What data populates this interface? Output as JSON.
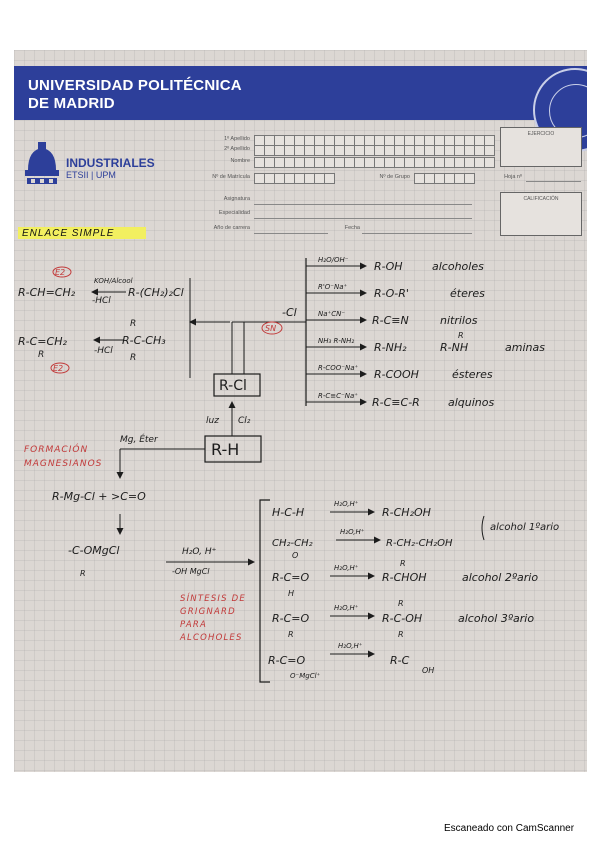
{
  "header": {
    "university_line1": "UNIVERSIDAD POLITÉCNICA",
    "university_line2": "DE MADRID",
    "school_name": "INDUSTRIALES",
    "school_sub": "ETSII | UPM"
  },
  "form": {
    "primer_apellido": "1º Apellido",
    "segundo_apellido": "2º Apellido",
    "nombre": "Nombre",
    "matricula": "Nº de Matrícula",
    "grupo": "Nº de Grupo",
    "hoja": "Hoja nº",
    "asignatura": "Asignatura",
    "especialidad": "Especialidad",
    "ano_carrera": "Año de carrera",
    "fecha": "Fecha",
    "ejercicio": "EJERCICIO",
    "calificacion": "CALIFICACIÓN"
  },
  "notes": {
    "title": "ENLACE SIMPLE",
    "top_left": {
      "e2_a": "E2",
      "alkene": "R-CH=CH₂",
      "koh_label": "KOH/Alcool",
      "hcl_a": "-HCl",
      "chain": "R-(CH₂)₂Cl",
      "r_top": "R",
      "tert": "R-C-CH₃",
      "r_bottom": "R",
      "hcl_b": "-HCl",
      "alkene2": "R-C=CH₂",
      "r_left": "R",
      "e2_b": "E2"
    },
    "center": {
      "rcl": "R-Cl",
      "rh": "R-H",
      "luz": "luz",
      "cl2": "Cl₂",
      "minus_cl": "-Cl",
      "sn": "SN"
    },
    "reactions": [
      {
        "reagent": "H₂O/OH⁻",
        "product": "R-OH",
        "name": "alcoholes"
      },
      {
        "reagent": "R'O⁻Na⁺",
        "product": "R-O-R'",
        "name": "éteres"
      },
      {
        "reagent": "Na⁺CN⁻",
        "product": "R-C≡N",
        "name": "nitrilos"
      },
      {
        "reagent": "NH₃ R-NH₂",
        "product": "R-NH₂",
        "product2": "R-NH",
        "r_above": "R",
        "name": "aminas"
      },
      {
        "reagent": "R-COO⁻Na⁺",
        "product": "R-COOH",
        "name": "ésteres"
      },
      {
        "reagent": "R-C≡C⁻Na⁺",
        "product": "R-C≡C-R",
        "name": "alquinos"
      }
    ],
    "grignard": {
      "formation_l1": "FORMACIÓN",
      "formation_l2": "MAGNESIANOS",
      "mg_label": "Mg, Éter",
      "rmgcl": "R-Mg-Cl + >C=O",
      "alkoxide": "-C-OMgCl",
      "alkoxide_r": "R",
      "h2o_label": "H₂O, H⁺",
      "omgcl": "-OH MgCl",
      "synth_l1": "SÍNTESIS DE",
      "synth_l2": "GRIGNARD",
      "synth_l3": "PARA",
      "synth_l4": "ALCOHOLES",
      "rows": [
        {
          "reactant": "H-C-H",
          "reagent": "H₂O,H⁺",
          "product": "R-CH₂OH"
        },
        {
          "reactant": "CH₂-CH₂",
          "reactant_sub": "O",
          "reagent": "H₂O,H⁺",
          "product": "R-CH₂-CH₂OH"
        },
        {
          "reactant": "R-C=O",
          "reactant_sub": "H",
          "reagent": "H₂O,H⁺",
          "product": "R-CHOH",
          "product_r": "R",
          "name": "alcohol 2ºario"
        },
        {
          "reactant": "R-C=O",
          "reactant_sub": "R",
          "reagent": "H₂O,H⁺",
          "product": "R-C-OH",
          "product_r": "R",
          "product_r2": "R",
          "name": "alcohol 3ºario"
        },
        {
          "reactant": "R-C=O",
          "reactant_sub": "O⁻MgCl⁺",
          "reagent": "H₂O,H⁺",
          "product": "R-C",
          "product_sub": "OH"
        }
      ],
      "primary_label": "alcohol 1ºario"
    }
  },
  "footer": {
    "scanner": "Escaneado con CamScanner"
  },
  "colors": {
    "ink": "#1c1c1c",
    "red_ink": "#c23a3a",
    "banner": "#2d3f9a",
    "highlight": "#f2ef60"
  }
}
